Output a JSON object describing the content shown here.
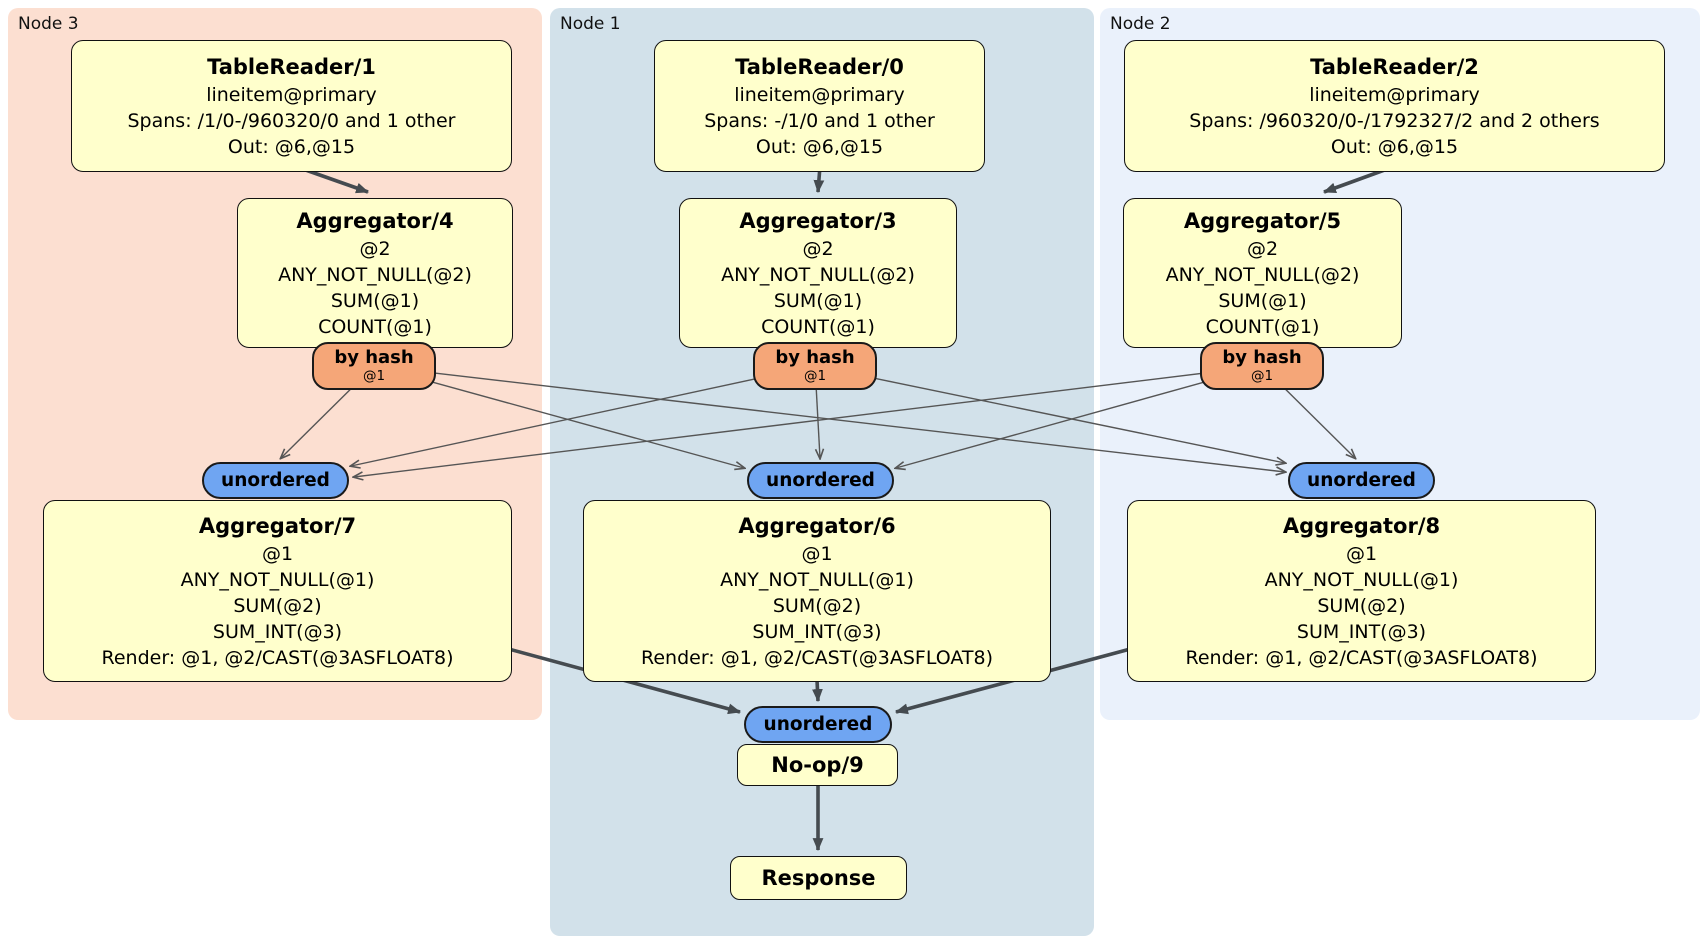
{
  "regions": {
    "node3": {
      "label": "Node 3"
    },
    "node1": {
      "label": "Node 1"
    },
    "node2": {
      "label": "Node 2"
    }
  },
  "processors": {
    "tablereader1": {
      "title": "TableReader/1",
      "lines": [
        "lineitem@primary",
        "Spans: /1/0-/960320/0 and 1 other",
        "Out: @6,@15"
      ]
    },
    "tablereader0": {
      "title": "TableReader/0",
      "lines": [
        "lineitem@primary",
        "Spans: -/1/0 and 1 other",
        "Out: @6,@15"
      ]
    },
    "tablereader2": {
      "title": "TableReader/2",
      "lines": [
        "lineitem@primary",
        "Spans: /960320/0-/1792327/2 and 2 others",
        "Out: @6,@15"
      ]
    },
    "aggregator4": {
      "title": "Aggregator/4",
      "lines": [
        "@2",
        "ANY_NOT_NULL(@2)",
        "SUM(@1)",
        "COUNT(@1)"
      ]
    },
    "aggregator3": {
      "title": "Aggregator/3",
      "lines": [
        "@2",
        "ANY_NOT_NULL(@2)",
        "SUM(@1)",
        "COUNT(@1)"
      ]
    },
    "aggregator5": {
      "title": "Aggregator/5",
      "lines": [
        "@2",
        "ANY_NOT_NULL(@2)",
        "SUM(@1)",
        "COUNT(@1)"
      ]
    },
    "aggregator7": {
      "title": "Aggregator/7",
      "lines": [
        "@1",
        "ANY_NOT_NULL(@1)",
        "SUM(@2)",
        "SUM_INT(@3)",
        "Render: @1, @2/CAST(@3ASFLOAT8)"
      ]
    },
    "aggregator6": {
      "title": "Aggregator/6",
      "lines": [
        "@1",
        "ANY_NOT_NULL(@1)",
        "SUM(@2)",
        "SUM_INT(@3)",
        "Render: @1, @2/CAST(@3ASFLOAT8)"
      ]
    },
    "aggregator8": {
      "title": "Aggregator/8",
      "lines": [
        "@1",
        "ANY_NOT_NULL(@1)",
        "SUM(@2)",
        "SUM_INT(@3)",
        "Render: @1, @2/CAST(@3ASFLOAT8)"
      ]
    },
    "noop9": {
      "title": "No-op/9"
    },
    "response": {
      "title": "Response"
    }
  },
  "routers": {
    "by_hash": {
      "label": "by hash",
      "key": "@1"
    }
  },
  "streams": {
    "unordered": {
      "label": "unordered"
    }
  },
  "colors": {
    "region_node3_bg": "#fcdfd1",
    "region_node1_bg": "#d2e1ea",
    "region_node2_bg": "#eaf1fb",
    "processor_box_bg": "#ffffcc",
    "router_badge_bg": "#f5a678",
    "stream_badge_bg": "#6fa5f2",
    "thick_edge": "#454b50",
    "thin_edge": "#555555"
  }
}
